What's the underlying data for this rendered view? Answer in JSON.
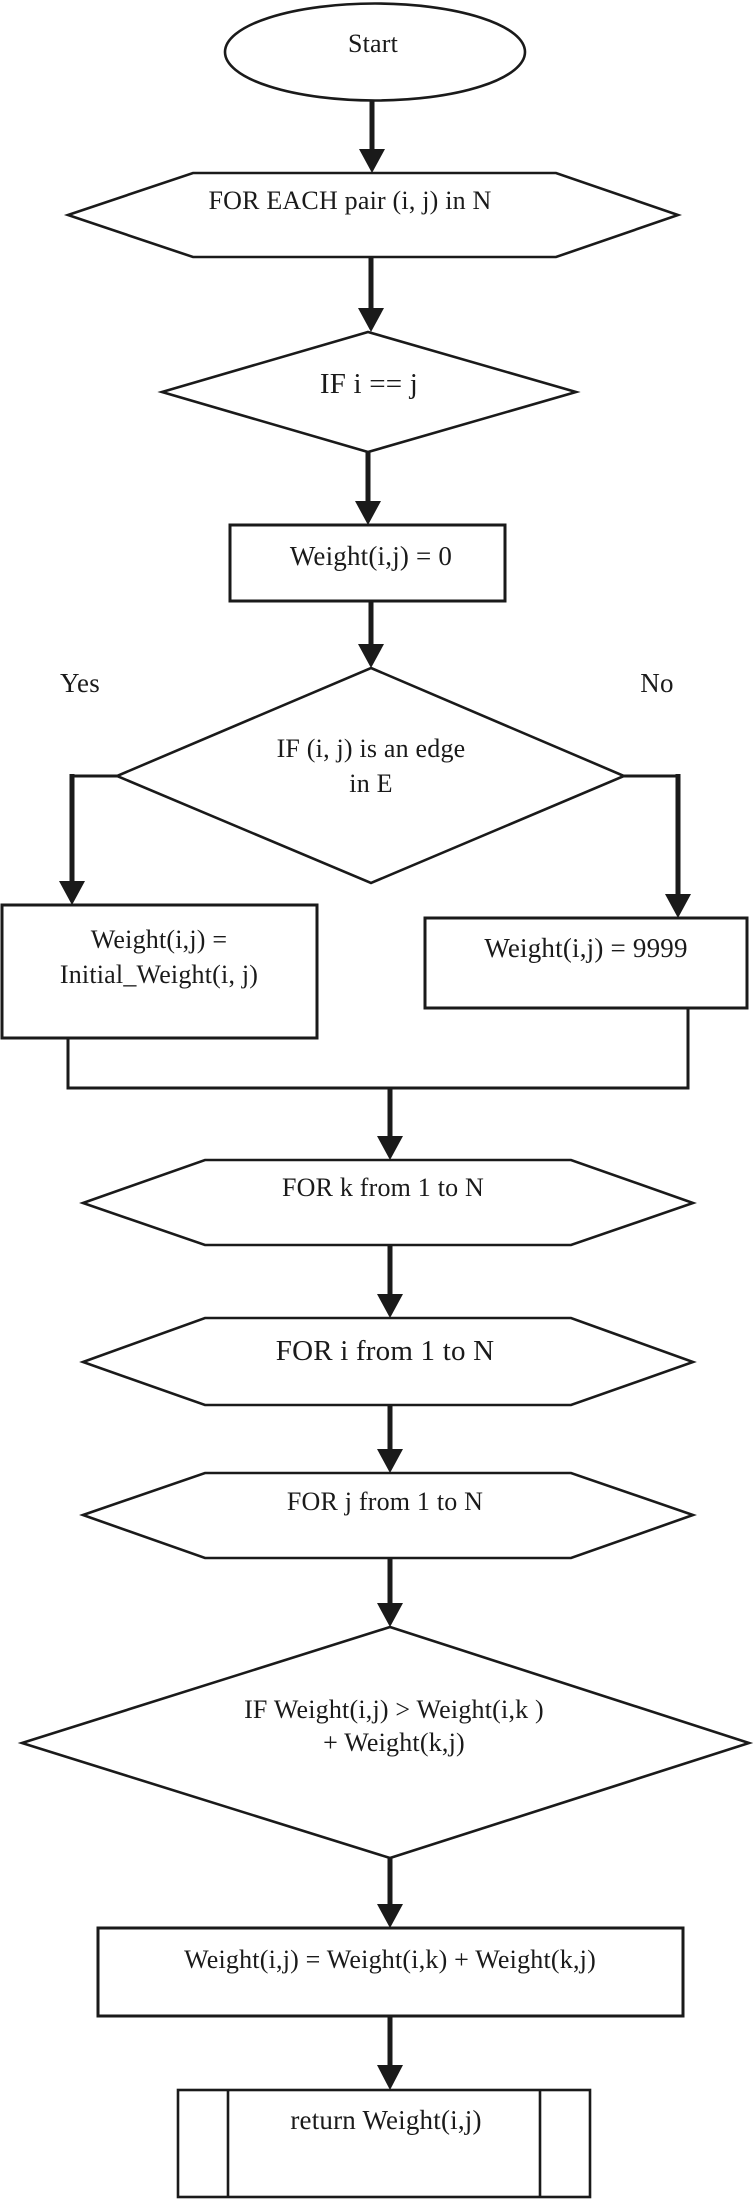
{
  "colors": {
    "ink": "#1a1a1a",
    "paper": "#ffffff"
  },
  "flowchart": {
    "nodes": {
      "start": "Start",
      "foreach_pair": "FOR EACH pair (i, j) in N",
      "if_i_equals_j": "IF i == j",
      "set_weight_zero": "Weight(i,j) = 0",
      "if_edge_line1": "IF (i, j) is an edge",
      "if_edge_line2": "in E",
      "branch_yes": "Yes",
      "branch_no": "No",
      "set_initial_weight_line1": "Weight(i,j) =",
      "set_initial_weight_line2": "Initial_Weight(i, j)",
      "set_weight_9999": "Weight(i,j) = 9999",
      "for_k": "FOR k from 1 to N",
      "for_i": "FOR i from 1 to N",
      "for_j": "FOR j from 1 to N",
      "if_weight_line1": "IF Weight(i,j) > Weight(i,k )",
      "if_weight_line2": "+ Weight(k,j)",
      "update_weight": "Weight(i,j) = Weight(i,k) + Weight(k,j)",
      "return_weight": "return Weight(i,j)"
    }
  }
}
